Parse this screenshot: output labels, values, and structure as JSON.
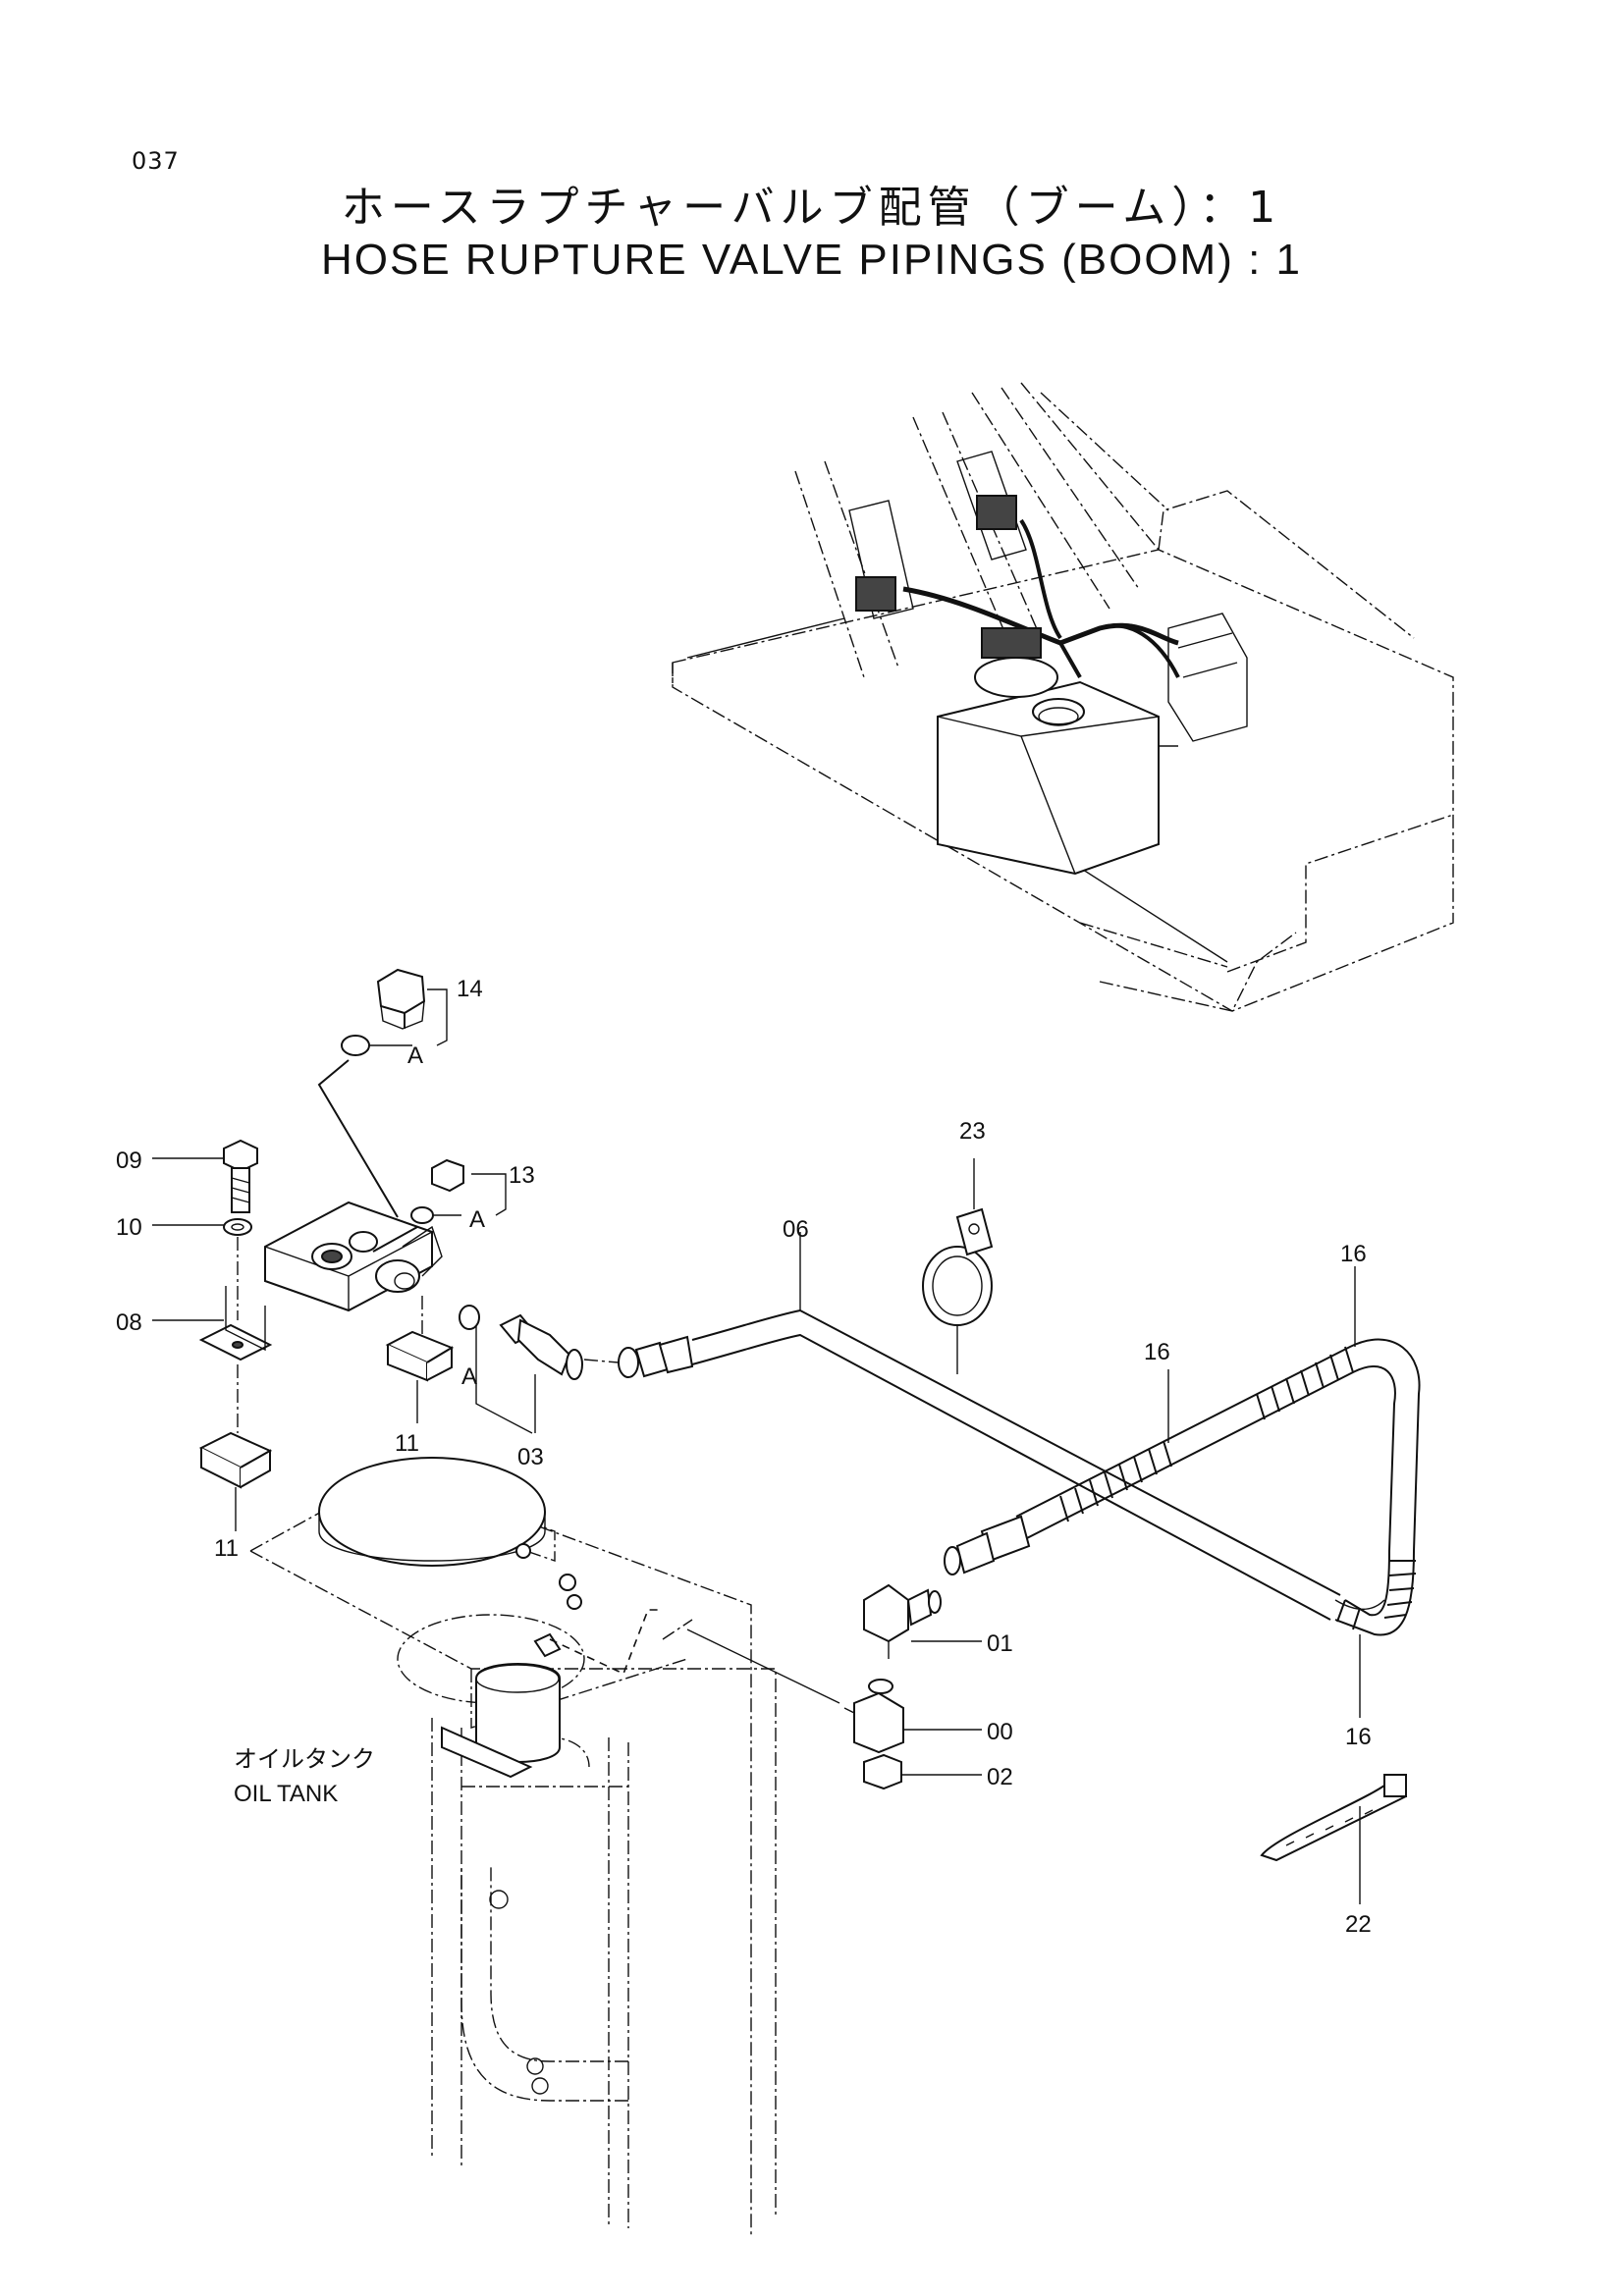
{
  "page_number": "037",
  "title_jp": "ホースラプチャーバルブ配管（ブーム）：1",
  "title_en": "HOSE RUPTURE VALVE PIPINGS (BOOM) : 1",
  "tank_label_jp": "オイルタンク",
  "tank_label_en": "OIL TANK",
  "callouts": {
    "c14": "14",
    "c13": "13",
    "c09": "09",
    "c10": "10",
    "c08": "08",
    "c11a": "11",
    "c11b": "11",
    "c03": "03",
    "c06": "06",
    "c23": "23",
    "c16a": "16",
    "c16b": "16",
    "c16c": "16",
    "c01": "01",
    "c00": "00",
    "c02": "02",
    "c22": "22",
    "a1": "A",
    "a2": "A",
    "a3": "A"
  }
}
